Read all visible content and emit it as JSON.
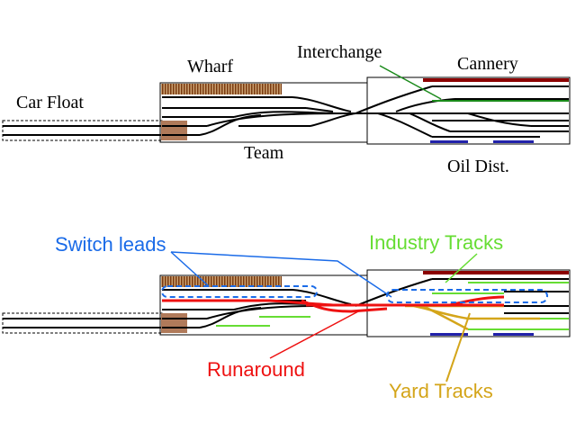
{
  "top_plan": {
    "labels": {
      "car_float": "Car Float",
      "wharf": "Wharf",
      "interchange": "Interchange",
      "cannery": "Cannery",
      "team": "Team",
      "oil_dist": "Oil Dist."
    }
  },
  "bottom_plan": {
    "labels": {
      "switch_leads": "Switch leads",
      "industry_tracks": "Industry Tracks",
      "runaround": "Runaround",
      "yard_tracks": "Yard Tracks"
    }
  },
  "colors": {
    "track": "#000000",
    "wharf_deck": "#8b4513",
    "team_pad": "#b07a5a",
    "cannery_bar": "#8b0000",
    "interchange_track": "#1a8a1a",
    "oil_bar": "#2222aa",
    "switch_leads": "#1a6be8",
    "industry_tracks": "#66dd33",
    "runaround": "#ee1111",
    "yard_tracks": "#d4a51a"
  }
}
